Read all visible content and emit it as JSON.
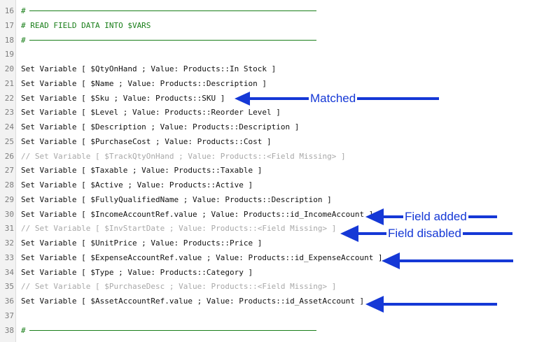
{
  "editor": {
    "lines": [
      {
        "num": "16",
        "text": "#",
        "kind": "rule"
      },
      {
        "num": "17",
        "text": "# READ FIELD DATA INTO $VARS",
        "kind": "comment"
      },
      {
        "num": "18",
        "text": "#",
        "kind": "rule"
      },
      {
        "num": "19",
        "text": "",
        "kind": "blank"
      },
      {
        "num": "20",
        "text": "Set Variable [ $QtyOnHand ; Value: Products::In Stock ]",
        "kind": "code"
      },
      {
        "num": "21",
        "text": "Set Variable [ $Name ; Value: Products::Description ]",
        "kind": "code"
      },
      {
        "num": "22",
        "text": "Set Variable [ $Sku ; Value: Products::SKU ]",
        "kind": "code"
      },
      {
        "num": "23",
        "text": "Set Variable [ $Level ; Value: Products::Reorder Level ]",
        "kind": "code"
      },
      {
        "num": "24",
        "text": "Set Variable [ $Description ; Value: Products::Description ]",
        "kind": "code"
      },
      {
        "num": "25",
        "text": "Set Variable [ $PurchaseCost ; Value: Products::Cost ]",
        "kind": "code"
      },
      {
        "num": "26",
        "text": "// Set Variable [ $TrackQtyOnHand ; Value: Products::<Field Missing> ]",
        "kind": "disabled"
      },
      {
        "num": "27",
        "text": "Set Variable [ $Taxable ; Value: Products::Taxable ]",
        "kind": "code"
      },
      {
        "num": "28",
        "text": "Set Variable [ $Active ; Value: Products::Active ]",
        "kind": "code"
      },
      {
        "num": "29",
        "text": "Set Variable [ $FullyQualifiedName ; Value: Products::Description ]",
        "kind": "code"
      },
      {
        "num": "30",
        "text": "Set Variable [ $IncomeAccountRef.value ; Value: Products::id_IncomeAccount ]",
        "kind": "code"
      },
      {
        "num": "31",
        "text": "// Set Variable [ $InvStartDate ; Value: Products::<Field Missing> ]",
        "kind": "disabled"
      },
      {
        "num": "32",
        "text": "Set Variable [ $UnitPrice ; Value: Products::Price ]",
        "kind": "code"
      },
      {
        "num": "33",
        "text": "Set Variable [ $ExpenseAccountRef.value ; Value: Products::id_ExpenseAccount ]",
        "kind": "code"
      },
      {
        "num": "34",
        "text": "Set Variable [ $Type ; Value: Products::Category ]",
        "kind": "code"
      },
      {
        "num": "35",
        "text": "// Set Variable [ $PurchaseDesc ; Value: Products::<Field Missing> ]",
        "kind": "disabled"
      },
      {
        "num": "36",
        "text": "Set Variable [ $AssetAccountRef.value ; Value: Products::id_AssetAccount ]",
        "kind": "code"
      },
      {
        "num": "37",
        "text": "",
        "kind": "blank"
      },
      {
        "num": "38",
        "text": "#",
        "kind": "rule"
      }
    ]
  },
  "annotations": {
    "matched": "Matched",
    "field_added": "Field added",
    "field_disabled": "Field disabled"
  },
  "colors": {
    "arrow": "#1538d6",
    "comment": "#1a7f1a",
    "disabled": "#a8a8a8"
  }
}
